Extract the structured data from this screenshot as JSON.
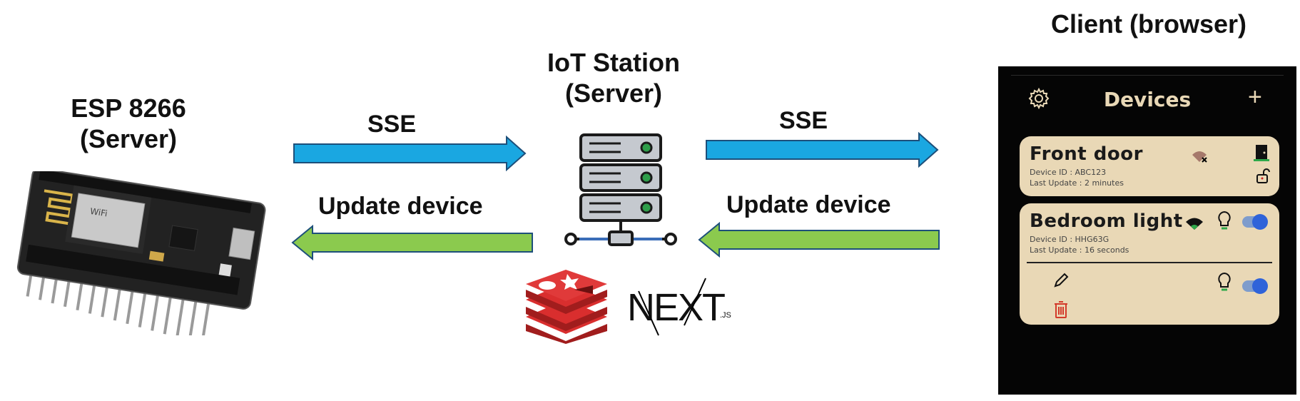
{
  "esp": {
    "title_line1": "ESP 8266",
    "title_line2": "(Server)"
  },
  "station": {
    "title_line1": "IoT Station",
    "title_line2": "(Server)"
  },
  "client": {
    "title": "Client (browser)"
  },
  "arrows": {
    "left_top": "SSE",
    "left_bottom": "Update device",
    "right_top": "SSE",
    "right_bottom": "Update device"
  },
  "logos": {
    "next_main": "NEXT",
    "next_sub": ".JS"
  },
  "phone": {
    "header_title": "Devices",
    "devices": [
      {
        "name": "Front door",
        "id_line": "Device ID : ABC123",
        "update_line": "Last Update : 2 minutes",
        "wifi": "wifi-off-icon",
        "control": "door-icon"
      },
      {
        "name": "Bedroom light",
        "id_line": "Device ID : HHG63G",
        "update_line": "Last Update : 16 seconds",
        "wifi": "wifi-icon",
        "control": "bulb-icon",
        "toggle_on": true
      }
    ]
  },
  "colors": {
    "sse_arrow": "#1aa7e1",
    "update_arrow": "#8bca4e",
    "card": "#e9d8b6",
    "toggle": "#2f63d9"
  }
}
